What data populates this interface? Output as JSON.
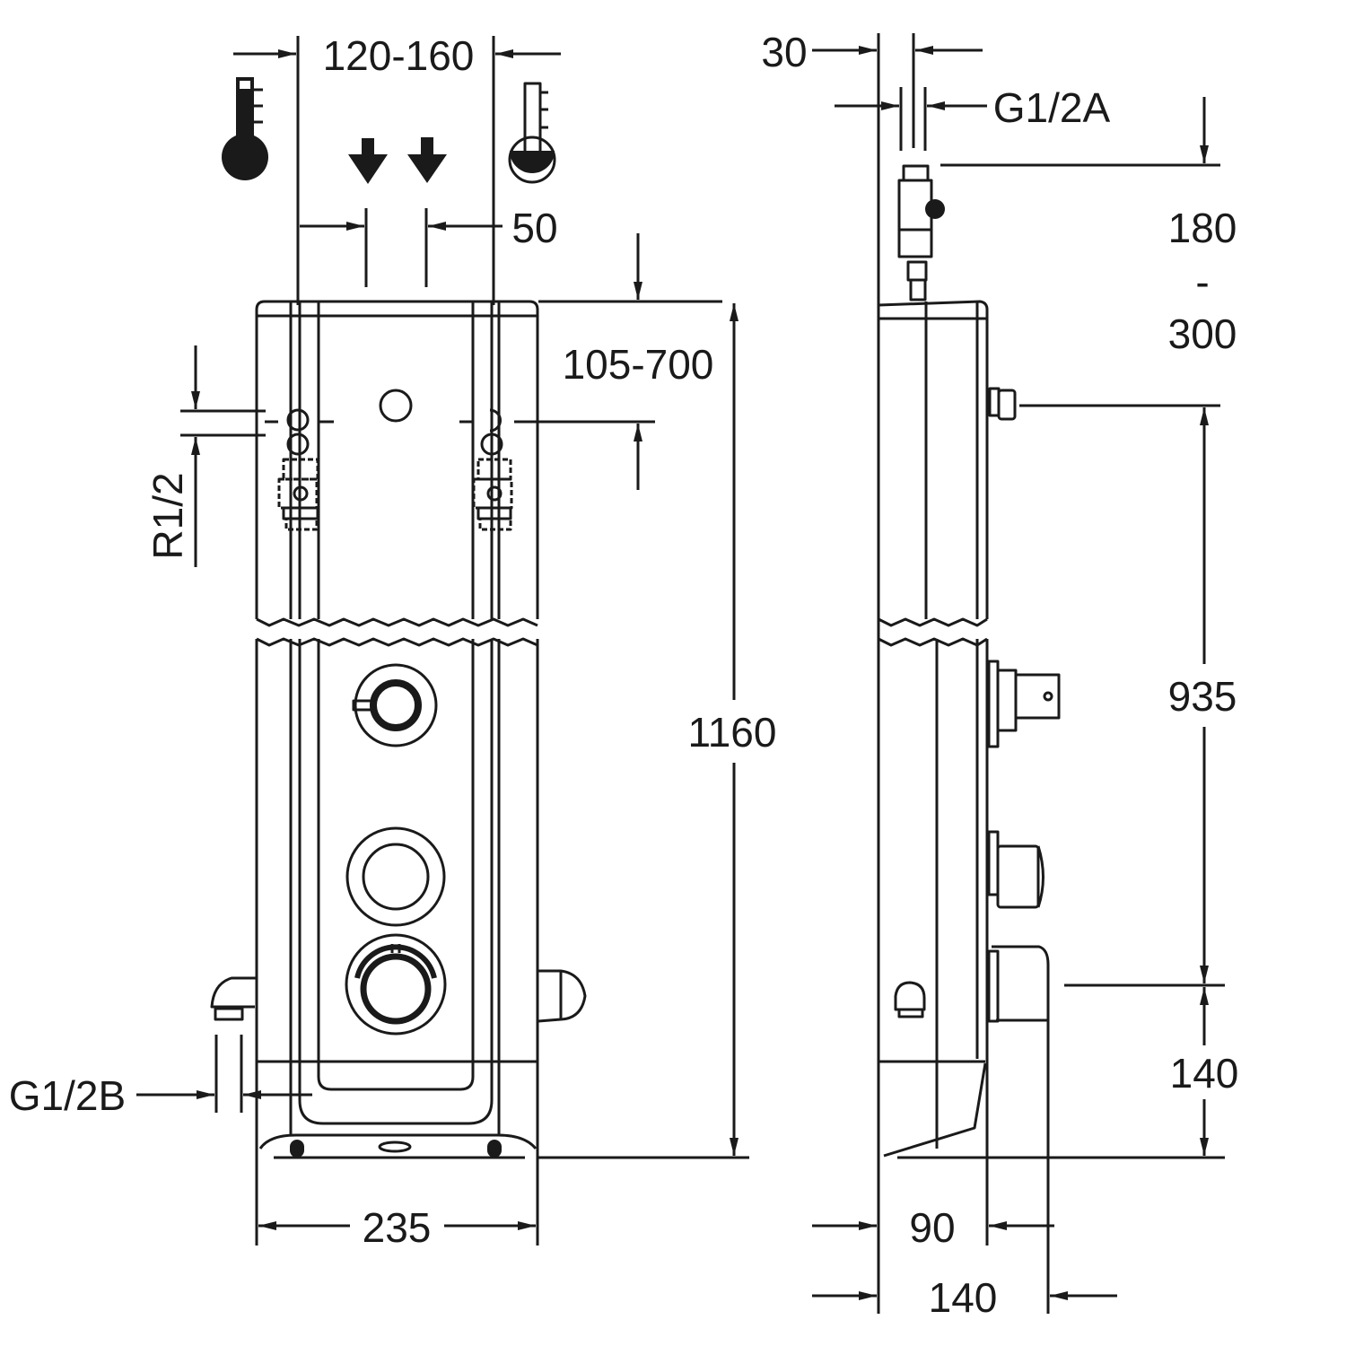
{
  "drawing": {
    "title": "Shower panel technical dimension drawing",
    "stroke_color": "#1a1a1a",
    "background_color": "#ffffff",
    "views": [
      "front-view",
      "side-view"
    ],
    "symbols": {
      "cold_water": "cold-thermometer-icon",
      "hot_water": "hot-thermometer-icon",
      "water_flow": "down-arrow-icon"
    }
  },
  "front_view": {
    "dimensions": {
      "supply_spacing": "120-160",
      "outlet_spacing": "50",
      "supply_height": "105-700",
      "inlet_thread": "R1/2",
      "total_height": "1160",
      "width": "235",
      "outlet_thread": "G1/2B"
    }
  },
  "side_view": {
    "dimensions": {
      "top_offset": "30",
      "top_thread": "G1/2A",
      "top_height_min": "180",
      "top_height_sep": "-",
      "top_height_max": "300",
      "upper_span": "935",
      "lower_span": "140",
      "body_depth": "90",
      "total_depth": "140"
    }
  }
}
